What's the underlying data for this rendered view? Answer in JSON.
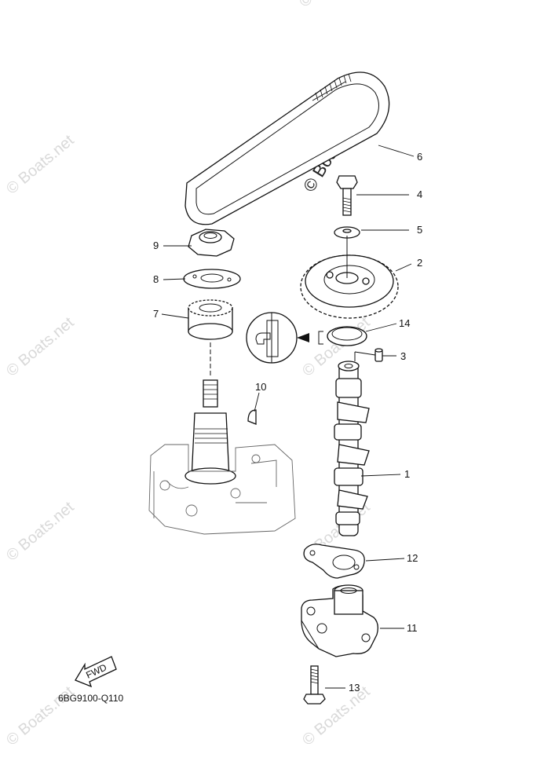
{
  "diagram": {
    "drawing_code": "6BG9100-Q110",
    "fwd_label": "FWD",
    "watermark_text": "© Boats.net",
    "callouts": [
      {
        "id": "1",
        "label": "1"
      },
      {
        "id": "2",
        "label": "2"
      },
      {
        "id": "3",
        "label": "3"
      },
      {
        "id": "4",
        "label": "4"
      },
      {
        "id": "5",
        "label": "5"
      },
      {
        "id": "6",
        "label": "6"
      },
      {
        "id": "7",
        "label": "7"
      },
      {
        "id": "8",
        "label": "8"
      },
      {
        "id": "9",
        "label": "9"
      },
      {
        "id": "10",
        "label": "10"
      },
      {
        "id": "11",
        "label": "11"
      },
      {
        "id": "12",
        "label": "12"
      },
      {
        "id": "13",
        "label": "13"
      },
      {
        "id": "14",
        "label": "14"
      }
    ]
  }
}
